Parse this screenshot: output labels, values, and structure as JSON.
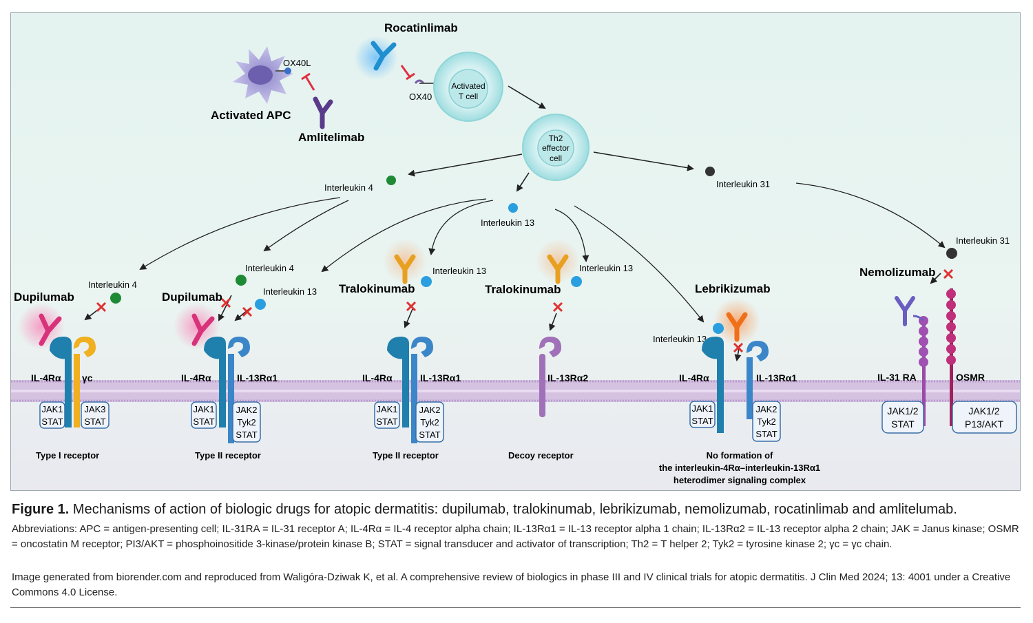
{
  "drugs": {
    "rocatinlimab": "Rocatinlimab",
    "amlitelimab": "Amlitelimab",
    "dupilumab": "Dupilumab",
    "tralokinumab": "Tralokinumab",
    "lebrikizumab": "Lebrikizumab",
    "nemolizumab": "Nemolizumab"
  },
  "cells": {
    "apc": "Activated APC",
    "tcell_line1": "Activated",
    "tcell_line2": "T cell",
    "th2_line1": "Th2",
    "th2_line2": "effector",
    "th2_line3": "cell"
  },
  "ligands": {
    "ox40l": "OX40L",
    "ox40": "OX40",
    "il4": "Interleukin 4",
    "il13": "Interleukin 13",
    "il31": "Interleukin 31"
  },
  "receptors": {
    "il4ra": "IL-4Rα",
    "gc": "γc",
    "il13ra1": "IL-13Rα1",
    "il13ra2": "IL-13Rα2",
    "il31ra": "IL-31 RA",
    "osmr": "OSMR"
  },
  "signaling": {
    "jak1": "JAK1",
    "stat": "STAT",
    "jak3": "JAK3",
    "jak2": "JAK2",
    "tyk2": "Tyk2",
    "jak12": "JAK1/2",
    "p13akt": "P13/AKT"
  },
  "receptor_labels": {
    "type1": "Type I receptor",
    "type2": "Type II receptor",
    "decoy": "Decoy receptor",
    "noform_line1": "No formation of",
    "noform_line2": "the interleukin-4Rα–interleukin-13Rα1",
    "noform_line3": "heterodimer signaling complex"
  },
  "caption": {
    "figure_label": "Figure 1.",
    "title": "Mechanisms of action of biologic drugs for atopic dermatitis: dupilumab, tralokinumab, lebrikizumab, nemolizumab, rocatinlimab and amlitelumab.",
    "abbreviations": "Abbreviations: APC = antigen-presenting cell; IL-31RA = IL-31 receptor A; IL-4Rα =  IL-4 receptor alpha chain; IL-13Rα1 = IL-13 receptor alpha 1 chain; IL-13Rα2 = IL-13 receptor alpha 2 chain; JAK = Janus kinase; OSMR = oncostatin M receptor; PI3/AKT = phosphoinositide 3-kinase/protein kinase B; STAT = signal transducer and activator of transcription; Th2 = T helper 2; Tyk2 = tyrosine kinase 2; γc = γc chain.",
    "source": "Image generated from biorender.com and reproduced from Waligóra-Dziwak K, et al. A comprehensive review of biologics in phase III and IV clinical trials for atopic dermatitis. J Clin Med 2024; 13: 4001 under a Creative Commons 4.0 License."
  },
  "colors": {
    "background_top": "#e6f4f1",
    "background_bottom": "#e8e8ee",
    "membrane": "#c9b3d8",
    "il4ra": "#1f7fad",
    "gc": "#f0b020",
    "il13ra1": "#3b86c8",
    "il13ra2": "#a070b8",
    "il4": "#1f8a35",
    "il13": "#2a9fe0",
    "il31": "#222222",
    "dupilumab": "#d8337a",
    "tralokinumab": "#e8a020",
    "lebrikizumab": "#f0701a",
    "nemolizumab": "#6a5ec0",
    "rocatinlimab": "#1f8fd0",
    "amlitelimab": "#5a3a8a",
    "il31ra": "#a050b0",
    "osmr": "#c0307a",
    "block": "#e03030"
  },
  "icons": [
    "antibody-icon",
    "cell-icon",
    "cytokine-dot-icon",
    "block-x-icon",
    "inhibition-t-icon",
    "receptor-icon"
  ]
}
